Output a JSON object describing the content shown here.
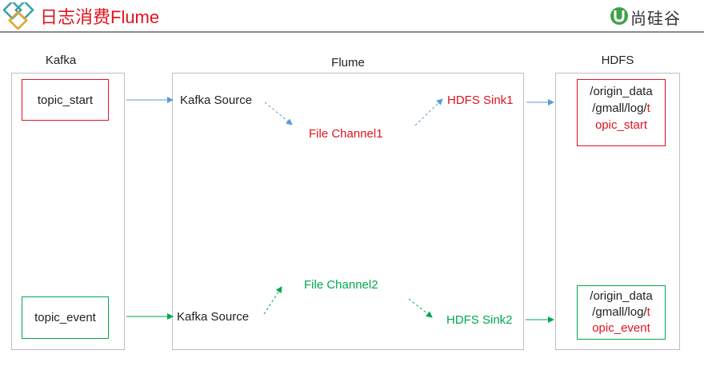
{
  "header": {
    "title": "日志消费Flume",
    "logo_text": "尚硅谷"
  },
  "groups": {
    "kafka": {
      "label": "Kafka"
    },
    "flume": {
      "label": "Flume"
    },
    "hdfs": {
      "label": "HDFS"
    }
  },
  "kafka": {
    "topic_start": "topic_start",
    "topic_event": "topic_event"
  },
  "flume": {
    "source1": "Kafka Source",
    "channel1": "File Channel1",
    "sink1": "HDFS Sink1",
    "source2": "Kafka Source",
    "channel2": "File Channel2",
    "sink2": "HDFS Sink2"
  },
  "hdfs": {
    "path_start": {
      "line1": "/origin_data",
      "line2_prefix": "/gmall/log/",
      "line2_suffix": "t",
      "line3": "opic_start"
    },
    "path_event": {
      "line1": "/origin_data",
      "line2_prefix": "/gmall/log/",
      "line2_suffix": "t",
      "line3": "opic_event"
    }
  },
  "colors": {
    "title": "#e0141e",
    "start_flow": "#e0141e",
    "event_flow": "#00a651",
    "arrow_blue": "#5b9bd5",
    "logo_green": "#3fa14a"
  }
}
